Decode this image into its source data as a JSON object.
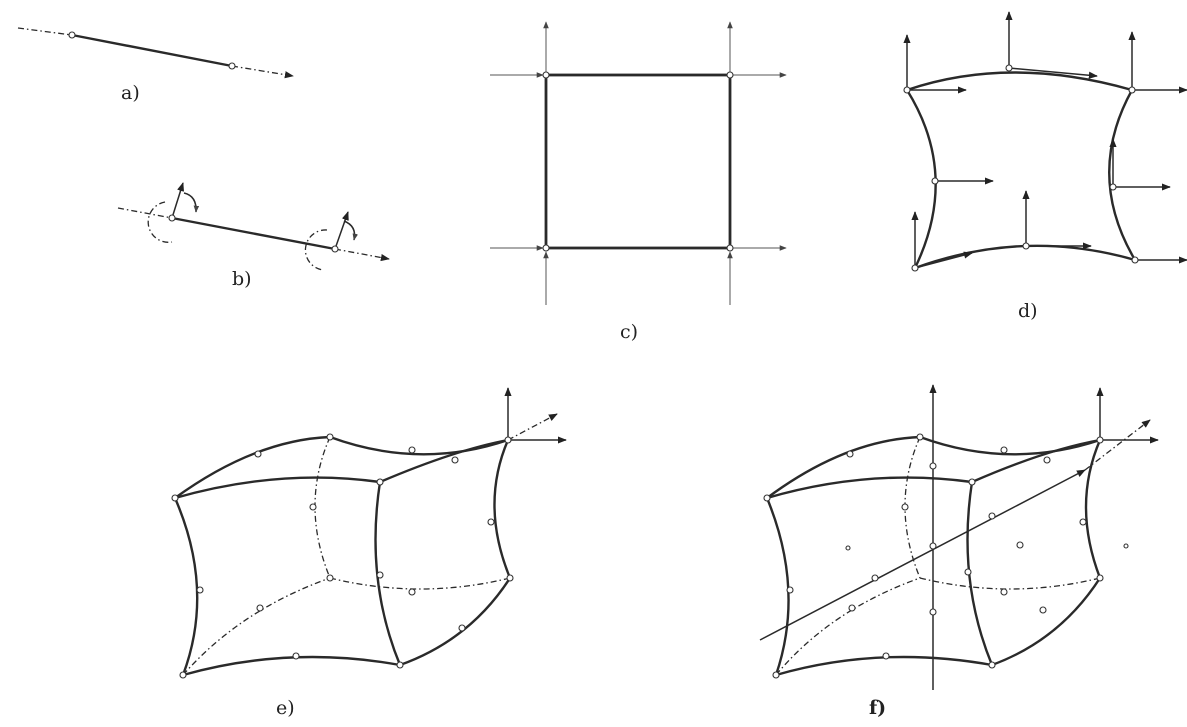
{
  "figure": {
    "panels": [
      {
        "id": "a",
        "label": "a)"
      },
      {
        "id": "b",
        "label": "b)"
      },
      {
        "id": "c",
        "label": "c)"
      },
      {
        "id": "d",
        "label": "d)"
      },
      {
        "id": "e",
        "label": "e)"
      },
      {
        "id": "f",
        "label": "f)"
      }
    ]
  }
}
